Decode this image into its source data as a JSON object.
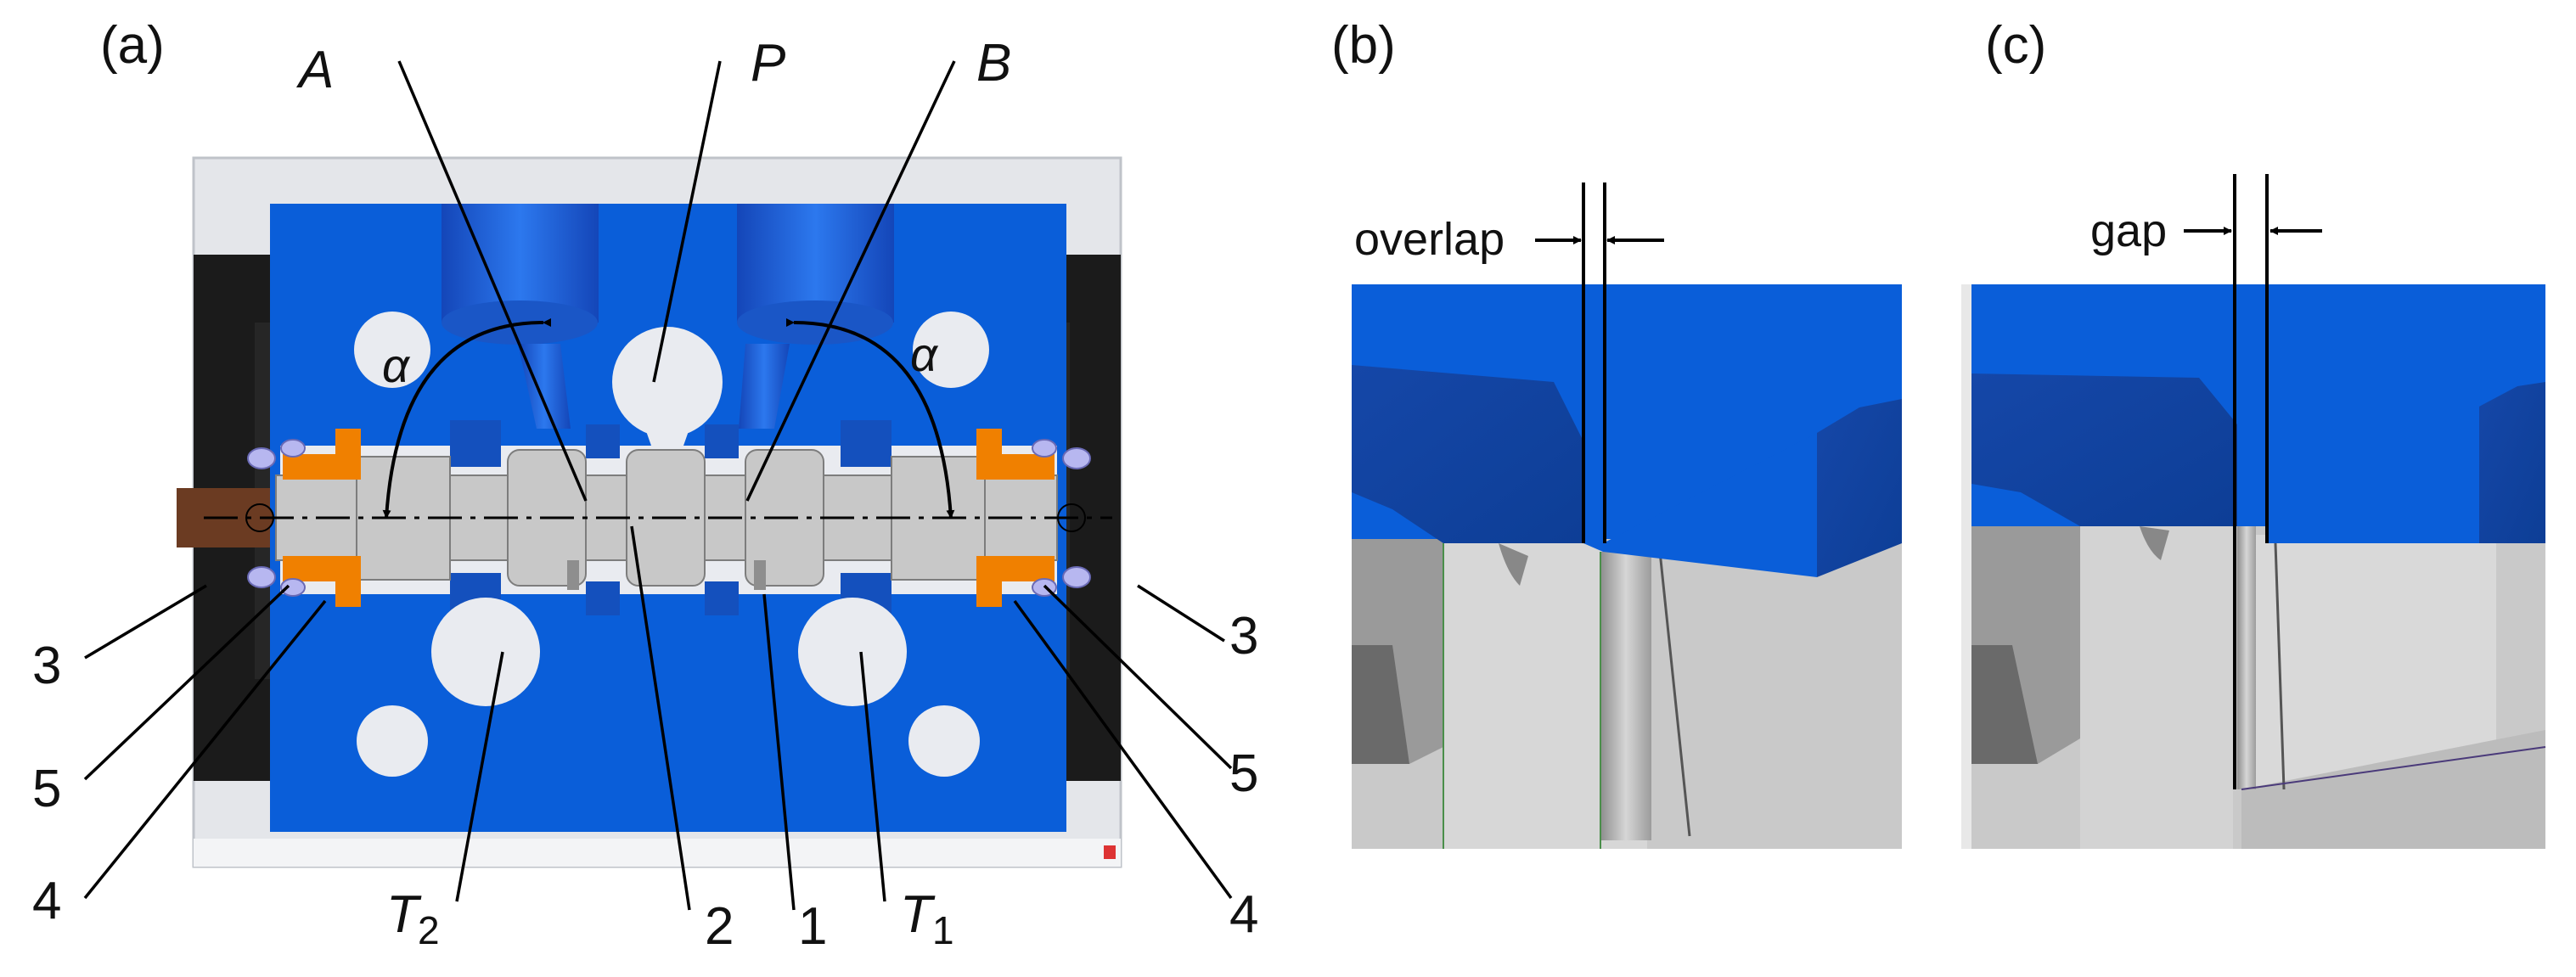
{
  "panels": {
    "a": {
      "panel_label": "(a)",
      "port_labels": {
        "A": "A",
        "P": "P",
        "B": "B"
      },
      "angle_label": "α",
      "tank_labels": {
        "T2_main": "T",
        "T2_sub": "2",
        "T1_main": "T",
        "T1_sub": "1"
      },
      "part_numbers": {
        "p1": "1",
        "p2": "2",
        "p3": "3",
        "p4": "4",
        "p5": "5"
      }
    },
    "b": {
      "panel_label": "(b)",
      "dimension_label": "overlap"
    },
    "c": {
      "panel_label": "(c)",
      "dimension_label": "gap"
    }
  },
  "colors": {
    "valve_body_blue": "#0a5ed9",
    "port_blue": "#1f63d6",
    "spool_grey": "#c8c8c8",
    "bore_white": "#e9ebf0",
    "housing_black": "#1b1b1b",
    "seal_orange": "#f08000",
    "spring_lavender": "#b7b7f0",
    "background_panel": "#e4e6ea"
  }
}
